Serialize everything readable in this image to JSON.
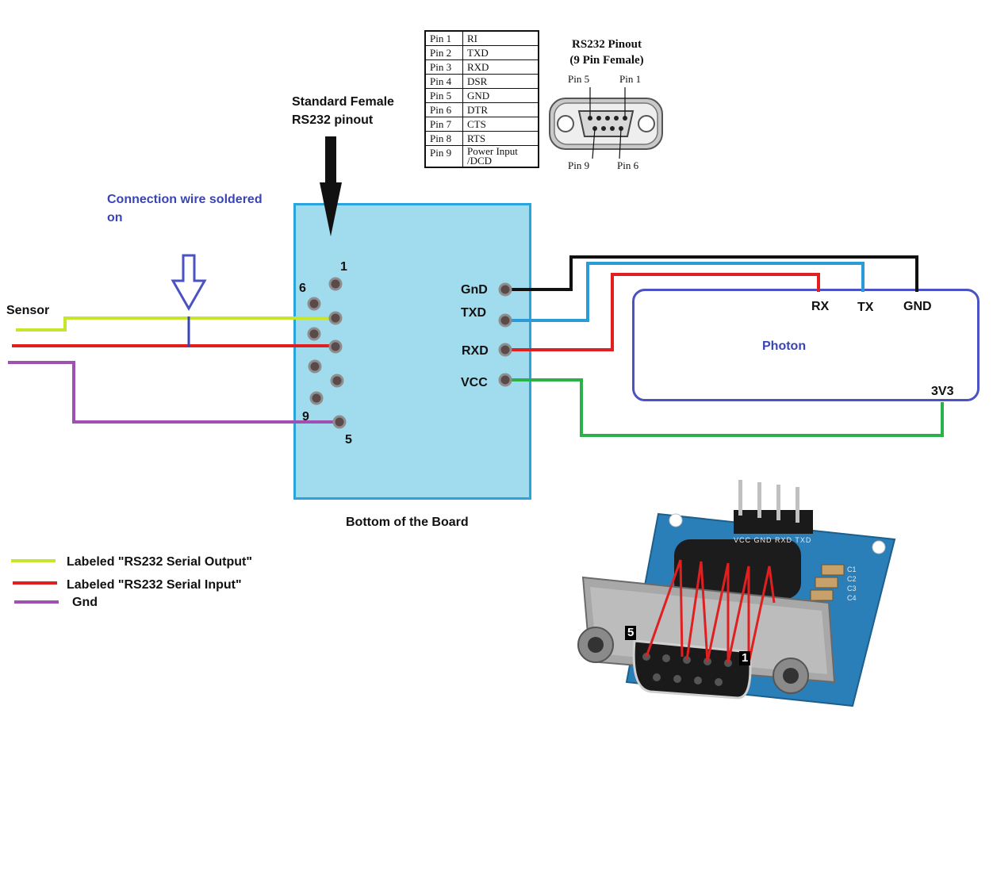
{
  "annotation": {
    "connection_wire": "Connection wire soldered\non",
    "standard_female": "Standard Female\nRS232 pinout",
    "sensor": "Sensor",
    "bottom_of_board": "Bottom of the Board"
  },
  "db9_pin_labels": {
    "p1": "1",
    "p6": "6",
    "p9": "9",
    "p5": "5"
  },
  "module_pins": [
    {
      "label": "GnD"
    },
    {
      "label": "TXD"
    },
    {
      "label": "RXD"
    },
    {
      "label": "VCC"
    }
  ],
  "photon": {
    "name": "Photon",
    "rx": "RX",
    "tx": "TX",
    "gnd": "GND",
    "v33": "3V3"
  },
  "pin_table": [
    {
      "pin": "Pin 1",
      "signal": "RI"
    },
    {
      "pin": "Pin 2",
      "signal": "TXD"
    },
    {
      "pin": "Pin 3",
      "signal": "RXD"
    },
    {
      "pin": "Pin 4",
      "signal": "DSR"
    },
    {
      "pin": "Pin 5",
      "signal": "GND"
    },
    {
      "pin": "Pin 6",
      "signal": "DTR"
    },
    {
      "pin": "Pin 7",
      "signal": "CTS"
    },
    {
      "pin": "Pin 8",
      "signal": "RTS"
    },
    {
      "pin": "Pin 9",
      "signal": "Power Input\n/DCD"
    }
  ],
  "rs232_diagram": {
    "title": "RS232 Pinout\n(9 Pin Female)",
    "pin5": "Pin 5",
    "pin1": "Pin 1",
    "pin9": "Pin 9",
    "pin6": "Pin 6"
  },
  "legend": [
    {
      "label": "Labeled \"RS232 Serial Output\"",
      "color": "#c6e62e"
    },
    {
      "label": "Labeled \"RS232 Serial Input\"",
      "color": "#e02020"
    },
    {
      "label": "Gnd",
      "color": "#a050b0"
    }
  ],
  "photo": {
    "tag5": "5",
    "tag1": "1",
    "silk_pins": "VCC GND RXD TXD",
    "silk_caps": "C1 C2 C3 C4"
  },
  "colors": {
    "wire_yellow_green": "#c6e62e",
    "wire_red": "#e02020",
    "wire_purple": "#a050b0",
    "wire_blue": "#2a9ad8",
    "wire_black": "#111111",
    "wire_green": "#2cb04a",
    "board_fill": "#a0dbee",
    "photon_border": "#4a52c4"
  }
}
